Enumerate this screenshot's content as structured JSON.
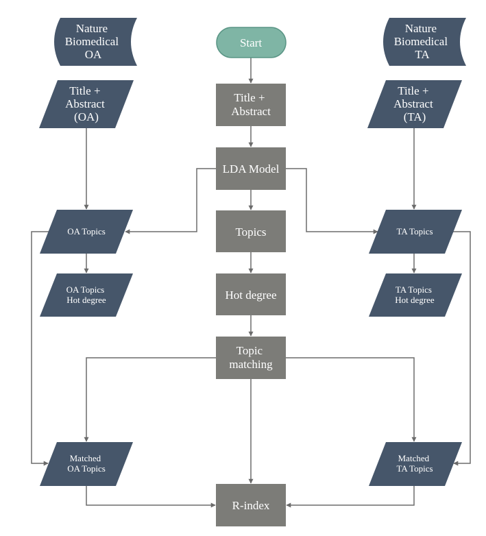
{
  "colors": {
    "store": "#46566a",
    "data": "#46566a",
    "process": "#7c7c78",
    "terminal": "#7fb5a5",
    "terminal_border": "#5a9585",
    "connector": "#6b6b6b",
    "text": "#ffffff"
  },
  "nodes": {
    "source_oa": [
      "Nature",
      "Biomedical",
      "OA"
    ],
    "source_ta": [
      "Nature",
      "Biomedical",
      "TA"
    ],
    "start": [
      "Start"
    ],
    "title_abstract": [
      "Title +",
      "Abstract"
    ],
    "title_abstract_oa": [
      "Title +",
      "Abstract",
      "(OA)"
    ],
    "title_abstract_ta": [
      "Title +",
      "Abstract",
      "(TA)"
    ],
    "lda_model": [
      "LDA Model"
    ],
    "topics": [
      "Topics"
    ],
    "oa_topics": [
      "OA Topics"
    ],
    "ta_topics": [
      "TA Topics"
    ],
    "hot_degree": [
      "Hot degree"
    ],
    "oa_hot_degree": [
      "OA Topics",
      "Hot degree"
    ],
    "ta_hot_degree": [
      "TA Topics",
      "Hot degree"
    ],
    "topic_matching": [
      "Topic",
      "matching"
    ],
    "matched_oa_topics": [
      "Matched",
      "OA Topics"
    ],
    "matched_ta_topics": [
      "Matched",
      "TA Topics"
    ],
    "r_index": [
      "R-index"
    ]
  }
}
